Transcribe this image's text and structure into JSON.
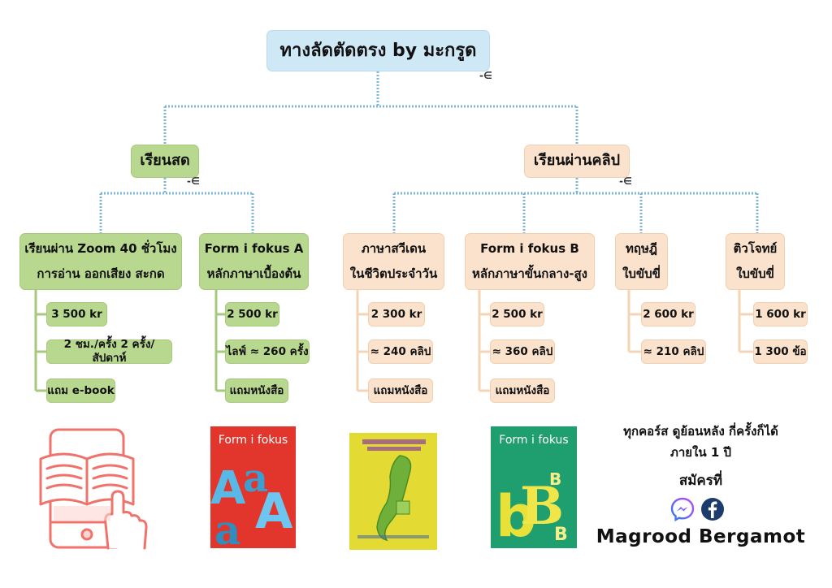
{
  "root": {
    "title": "ทางลัดตัดตรง by มะกรูด"
  },
  "branches": {
    "live": {
      "title": "เรียนสด",
      "courses": [
        {
          "line1": "เรียนผ่าน Zoom 40 ชั่วโมง",
          "line2": "การอ่าน ออกเสียง สะกด",
          "items": [
            "3 500 kr",
            "2 ชม./ครั้ง 2 ครั้ง/สัปดาห์",
            "แถม e-book"
          ]
        },
        {
          "line1": "Form i fokus A",
          "line2": "หลักภาษาเบื้องต้น",
          "items": [
            "2 500 kr",
            "ไลฟ์ ≈ 260 ครั้ง",
            "แถมหนังสือ"
          ]
        }
      ]
    },
    "clips": {
      "title": "เรียนผ่านคลิป",
      "courses": [
        {
          "line1": "ภาษาสวีเดน",
          "line2": "ในชีวิตประจำวัน",
          "items": [
            "2 300 kr",
            "≈ 240 คลิป",
            "แถมหนังสือ"
          ]
        },
        {
          "line1": "Form i fokus B",
          "line2": "หลักภาษาขั้นกลาง-สูง",
          "items": [
            "2 500 kr",
            "≈ 360 คลิป",
            "แถมหนังสือ"
          ]
        },
        {
          "line1": "ทฤษฎี",
          "line2": "ใบขับขี่",
          "items": [
            "2 600 kr",
            "≈ 210 คลิป"
          ]
        },
        {
          "line1": "ติวโจทย์",
          "line2": "ใบขับขี่",
          "items": [
            "1 600 kr",
            "1 300 ข้อ"
          ]
        }
      ]
    }
  },
  "books": {
    "a": {
      "title": "Form i fokus"
    },
    "b": {
      "title": "Form i fokus"
    }
  },
  "info": {
    "line1": "ทุกคอร์ส ดูย้อนหลัง กี่ครั้งก็ได้",
    "line2": "ภายใน 1 ปี",
    "signup": "สมัครที่",
    "name": "Magrood Bergamot"
  },
  "colors": {
    "root": "#cfe8f6",
    "live": "#b9d88f",
    "clips": "#fbe2cc",
    "connector": "#7fb6d6",
    "icon": "#f0736b"
  },
  "icons": [
    "messenger-icon",
    "facebook-icon",
    "tablet-reading-icon"
  ]
}
